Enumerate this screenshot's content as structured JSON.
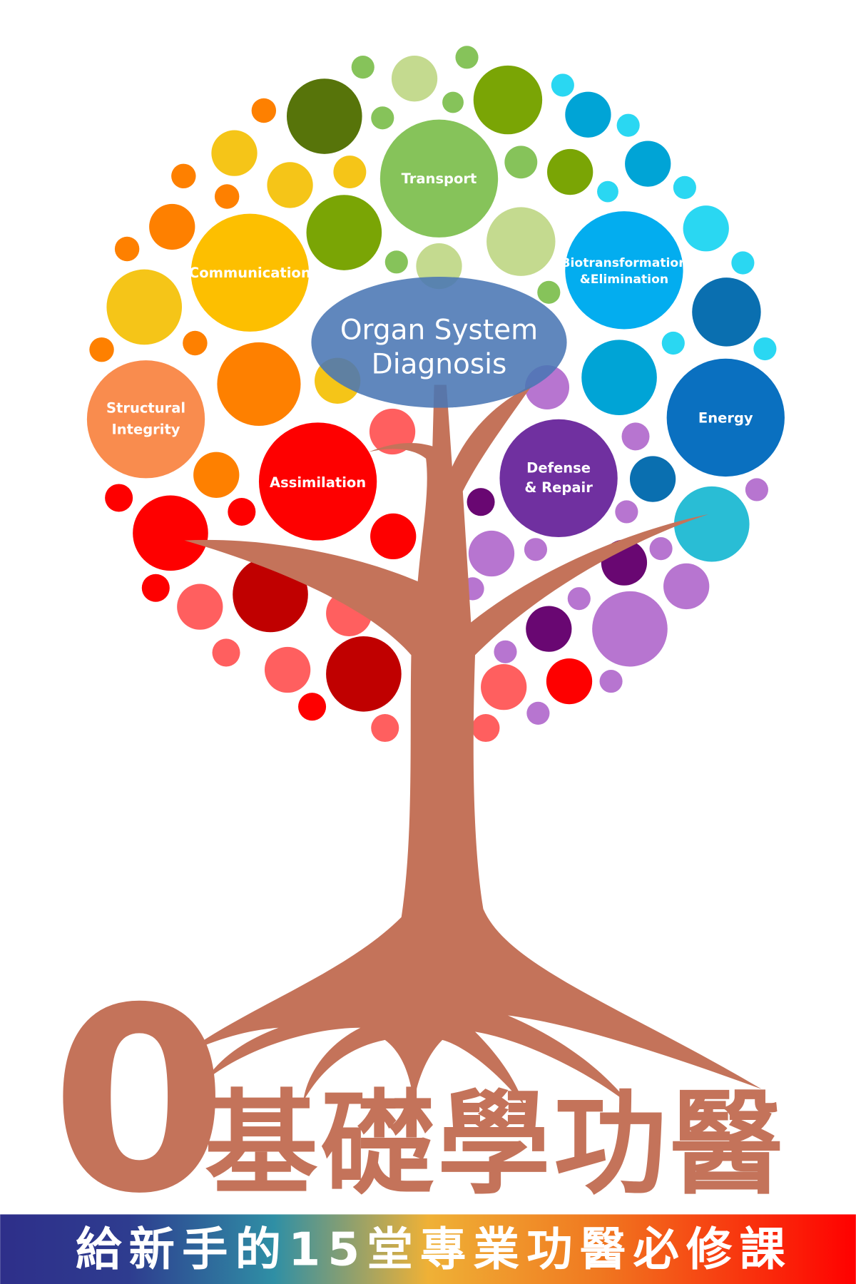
{
  "tree": {
    "center_label_line1": "Organ System",
    "center_label_line2": "Diagnosis",
    "nodes": [
      {
        "label": "Transport",
        "color": "#86c35a"
      },
      {
        "label": "Communication",
        "color": "#fdbf00"
      },
      {
        "label_line1": "Biotransformation",
        "label_line2": "&Elimination",
        "color": "#03adef"
      },
      {
        "label_line1": "Structural",
        "label_line2": "Integrity",
        "color": "#f98c4e"
      },
      {
        "label": "Energy",
        "color": "#0a70c0"
      },
      {
        "label": "Assimilation",
        "color": "#fe0000"
      },
      {
        "label_line1": "Defense",
        "label_line2": "& Repair",
        "color": "#7030a0"
      }
    ],
    "trunk_color": "#c4735a",
    "center_color": "#4a76b4"
  },
  "title": {
    "zero": "0",
    "text": "基礎學功醫"
  },
  "banner": {
    "text": "給新手的15堂專業功醫必修課"
  }
}
